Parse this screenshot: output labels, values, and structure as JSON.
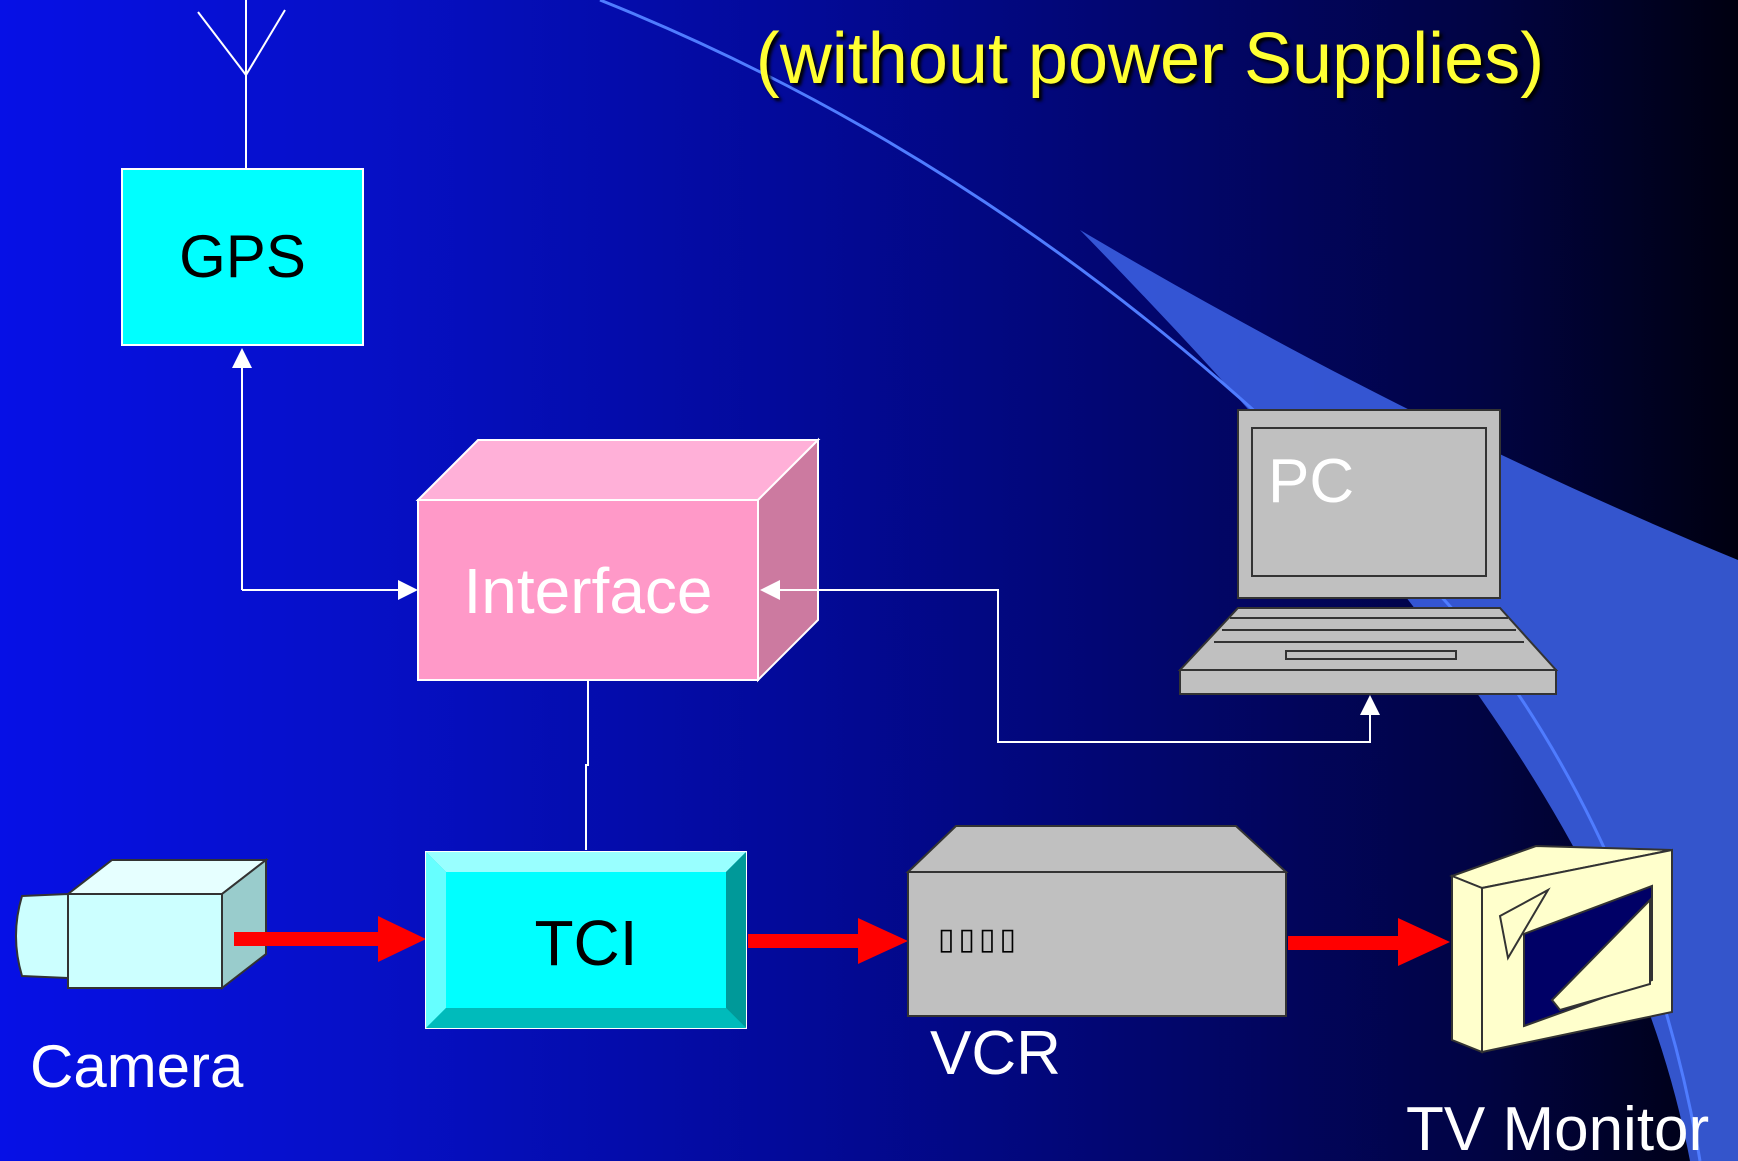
{
  "slide": {
    "title": "(without power Supplies)"
  },
  "blocks": {
    "gps": "GPS",
    "interface": "Interface",
    "pc": "PC",
    "tci": "TCI",
    "vcr_buttons": "▯▯▯▯",
    "vcr": "VCR",
    "camera": "Camera",
    "tv_monitor": "TV Monitor"
  },
  "colors": {
    "title": "#ffff33",
    "gps_fill": "#00ffff",
    "interface_fill": "#ff99c8",
    "tci_fill": "#00ffff",
    "device_grey": "#c0c0c0",
    "video_arrow": "#ff0000",
    "connector": "#ffffff"
  }
}
